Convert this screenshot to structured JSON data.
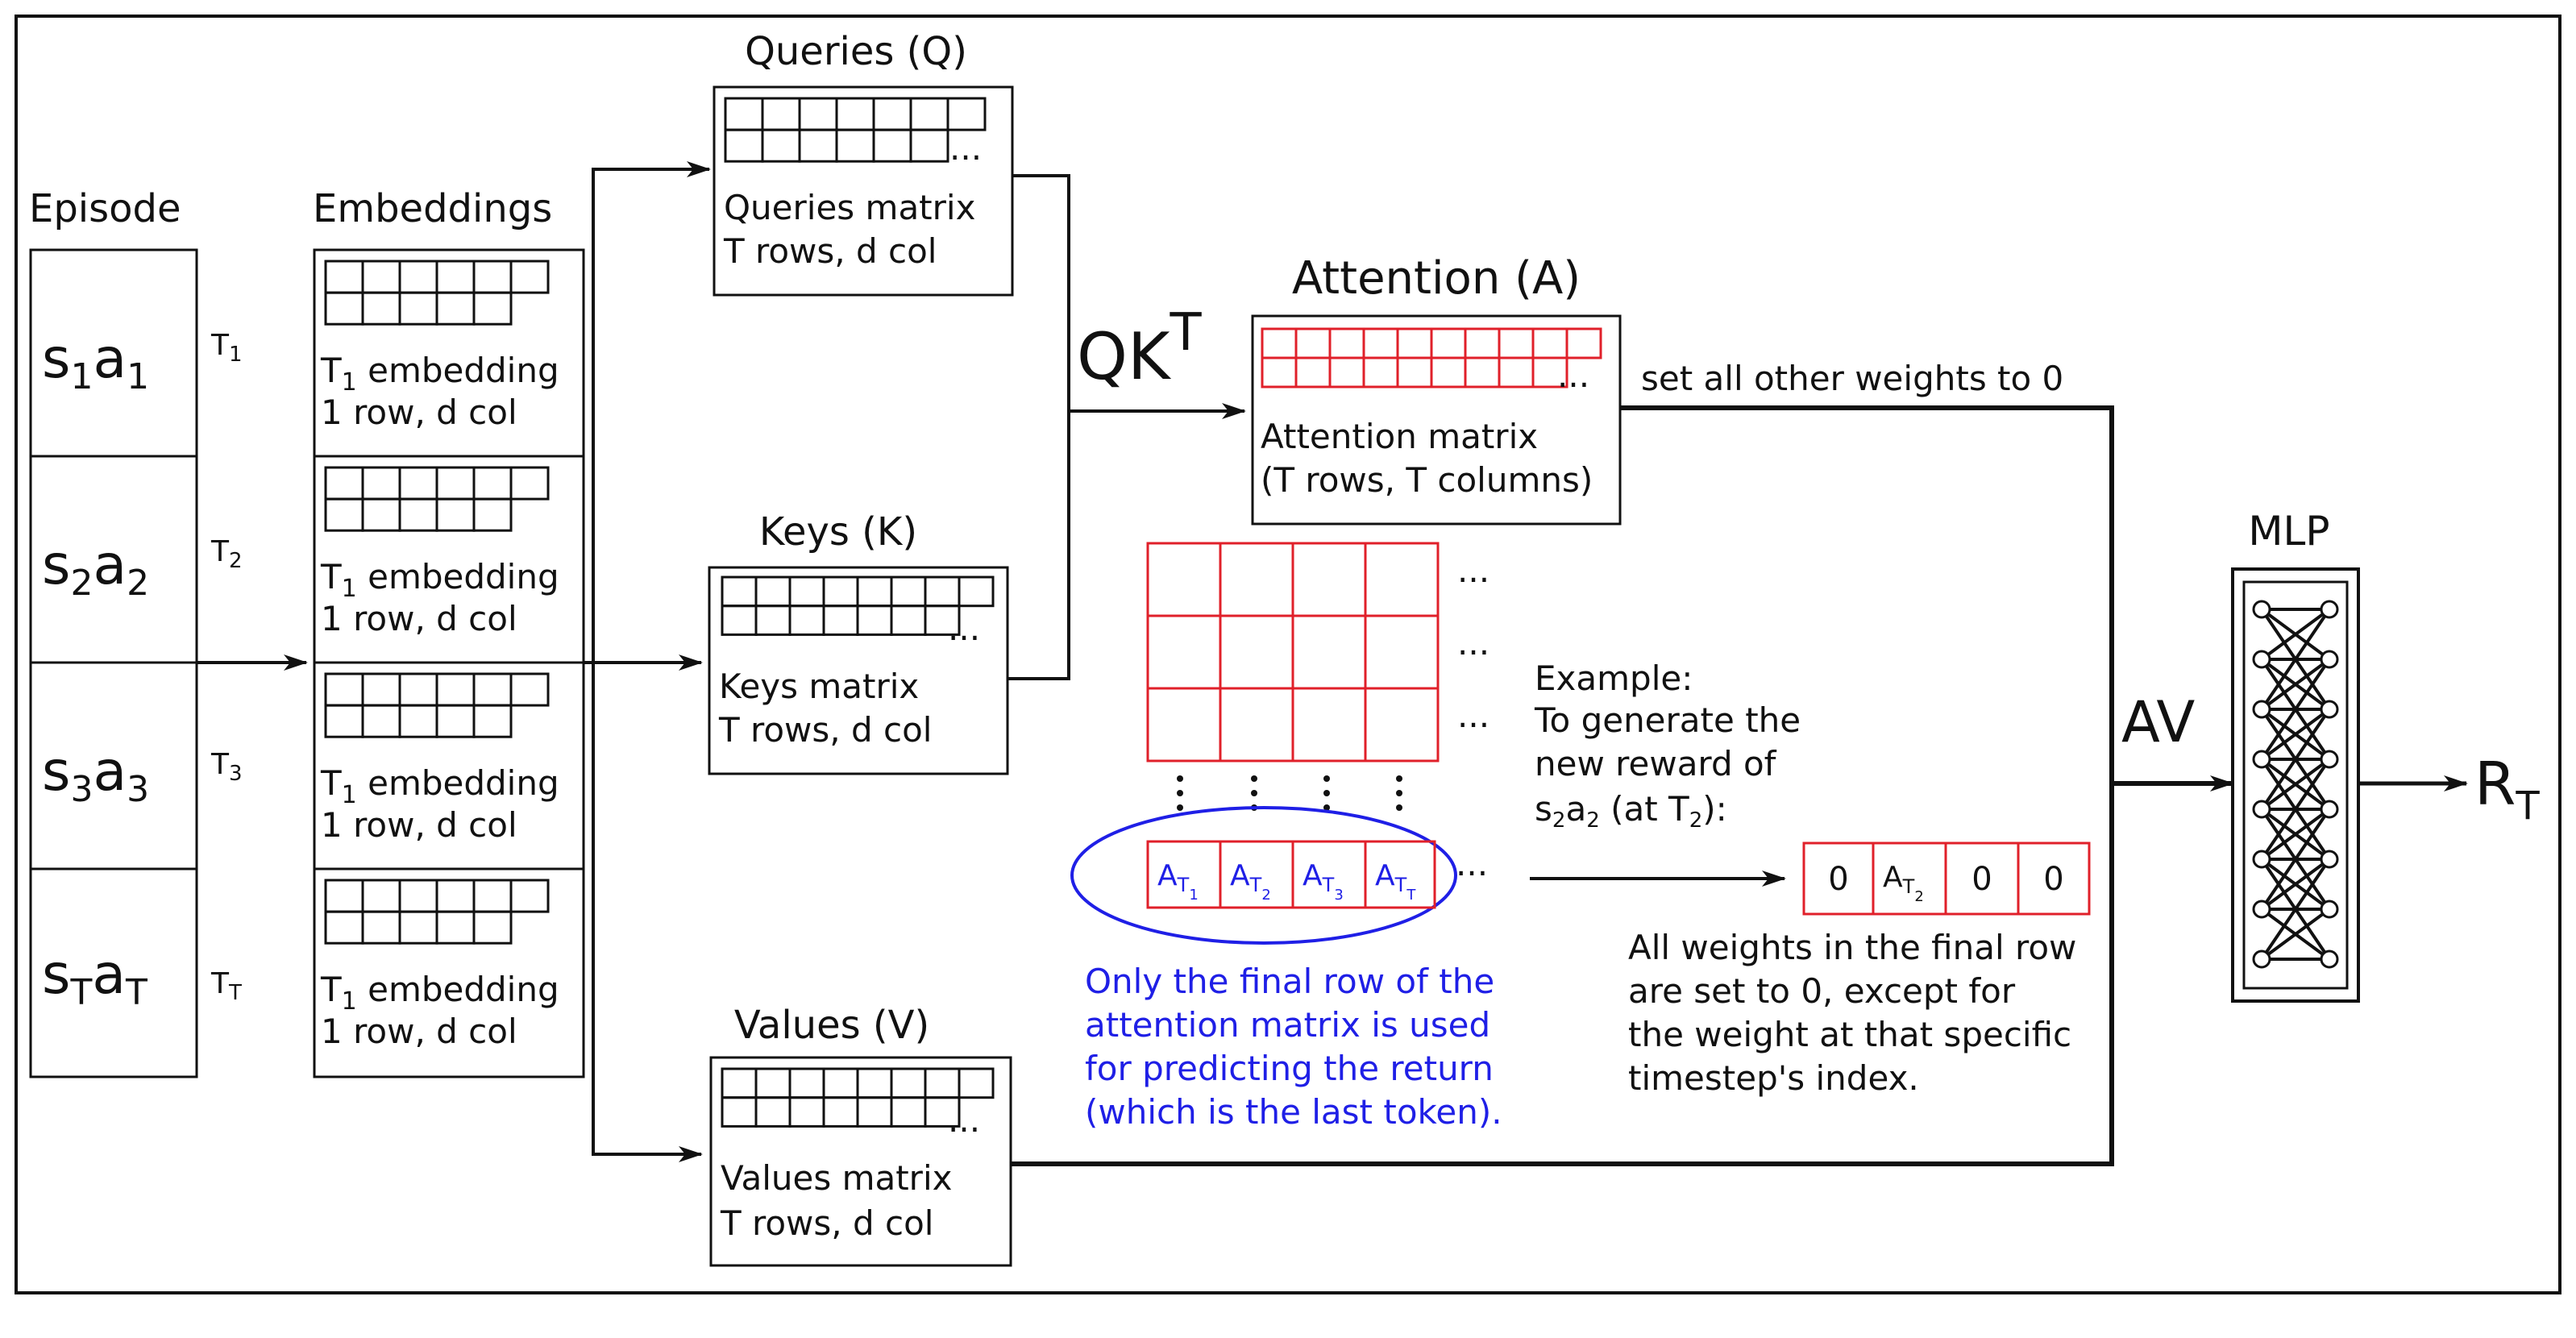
{
  "colors": {
    "ink": "#111111",
    "attention": "#e0202a",
    "note": "#1f1fe6",
    "background": "#ffffff"
  },
  "episode": {
    "title": "Episode",
    "rows": [
      {
        "s": "s",
        "s_sub": "1",
        "a": "a",
        "a_sub": "1",
        "t": "T",
        "t_sub": "1"
      },
      {
        "s": "s",
        "s_sub": "2",
        "a": "a",
        "a_sub": "2",
        "t": "T",
        "t_sub": "2"
      },
      {
        "s": "s",
        "s_sub": "3",
        "a": "a",
        "a_sub": "3",
        "t": "T",
        "t_sub": "3"
      },
      {
        "s": "s",
        "s_sub": "T",
        "a": "a",
        "a_sub": "T",
        "t": "T",
        "t_sub": "T"
      }
    ]
  },
  "embeddings": {
    "title": "Embeddings",
    "items": [
      {
        "line1": "T",
        "line1_sub": "1",
        "line1_rest": " embedding",
        "line2": "1 row, d col"
      },
      {
        "line1": "T",
        "line1_sub": "1",
        "line1_rest": " embedding",
        "line2": "1 row, d col"
      },
      {
        "line1": "T",
        "line1_sub": "1",
        "line1_rest": " embedding",
        "line2": "1 row, d col"
      },
      {
        "line1": "T",
        "line1_sub": "1",
        "line1_rest": " embedding",
        "line2": "1 row, d col"
      }
    ]
  },
  "queries": {
    "title": "Queries (Q)",
    "line1": "Queries matrix",
    "line2": "T rows, d col"
  },
  "keys": {
    "title": "Keys (K)",
    "line1": "Keys matrix",
    "line2": "T rows, d col"
  },
  "values": {
    "title": "Values (V)",
    "line1": "Values matrix",
    "line2": "T rows, d col"
  },
  "qkt": {
    "base": "QK",
    "sup": "T"
  },
  "attention": {
    "title": "Attention (A)",
    "line1": "Attention matrix",
    "line2": "(T rows, T columns)",
    "set_weights_label": "set all other weights to 0"
  },
  "final_row": {
    "cells": [
      {
        "A": "A",
        "T": "T",
        "sub": "1"
      },
      {
        "A": "A",
        "T": "T",
        "sub": "2"
      },
      {
        "A": "A",
        "T": "T",
        "sub": "3"
      },
      {
        "A": "A",
        "T": "T",
        "sub": "T"
      }
    ],
    "note": [
      "Only the final row of the",
      "attention matrix is used",
      "for predicting the return",
      "(which is the last token)."
    ]
  },
  "example": {
    "lines": [
      "Example:",
      "To generate the",
      "new reward of"
    ],
    "last_line": {
      "s": "s",
      "s_sub": "2",
      "a": "a",
      "a_sub": "2",
      "rest": " (at T",
      "t_sub": "2",
      "close": "):"
    },
    "cells": [
      {
        "text": "0"
      },
      {
        "A": "A",
        "T": "T",
        "sub": "2"
      },
      {
        "text": "0"
      },
      {
        "text": "0"
      }
    ],
    "explanation": [
      "All weights in the final row",
      "are set to 0, except for",
      "the weight at that specific",
      "timestep's index."
    ]
  },
  "ellipsis": "...",
  "av_label": "AV",
  "mlp": {
    "title": "MLP"
  },
  "output": {
    "base": "R",
    "sub": "T"
  }
}
